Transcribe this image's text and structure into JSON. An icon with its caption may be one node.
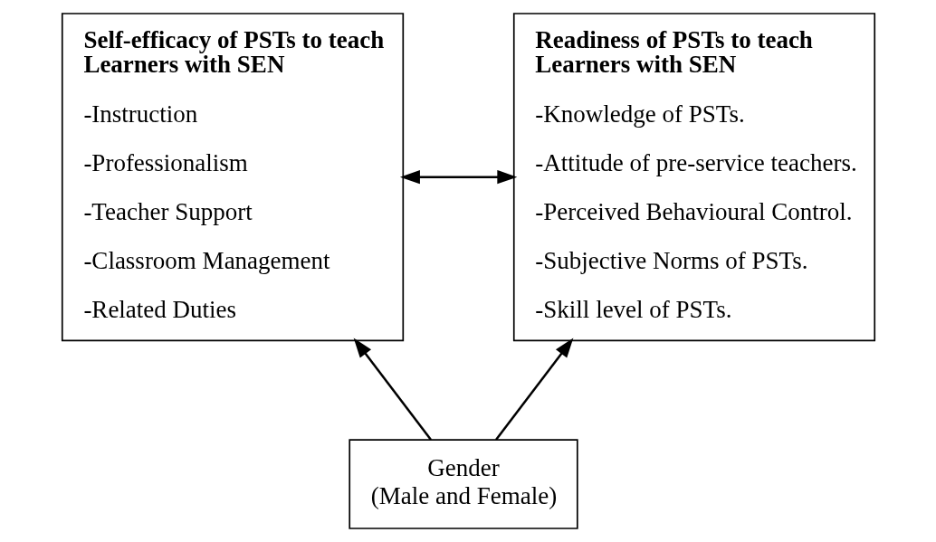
{
  "diagram": {
    "nodes": [
      {
        "text": [
          "Self-efficacy of PSTs to teach Learners with SEN",
          "-Instruction",
          "-Professionalism",
          "-Teacher Support",
          "-Classroom Management",
          "-Related Duties"
        ]
      },
      {
        "text": [
          "Readiness of PSTs to teach Learners with SEN",
          "-Knowledge of PSTs.",
          "-Attitude of pre-service teachers.",
          "-Perceived Behavioural Control.",
          "-Subjective Norms of PSTs.",
          "-Skill level of PSTs."
        ]
      },
      {
        "text": [
          "Gender",
          "(Male and Female)"
        ]
      }
    ],
    "edges": [
      {
        "from": 0,
        "to": 1,
        "arrow": "both"
      },
      {
        "from": 2,
        "to": 0,
        "arrow": "to"
      },
      {
        "from": 2,
        "to": 1,
        "arrow": "to"
      }
    ]
  }
}
